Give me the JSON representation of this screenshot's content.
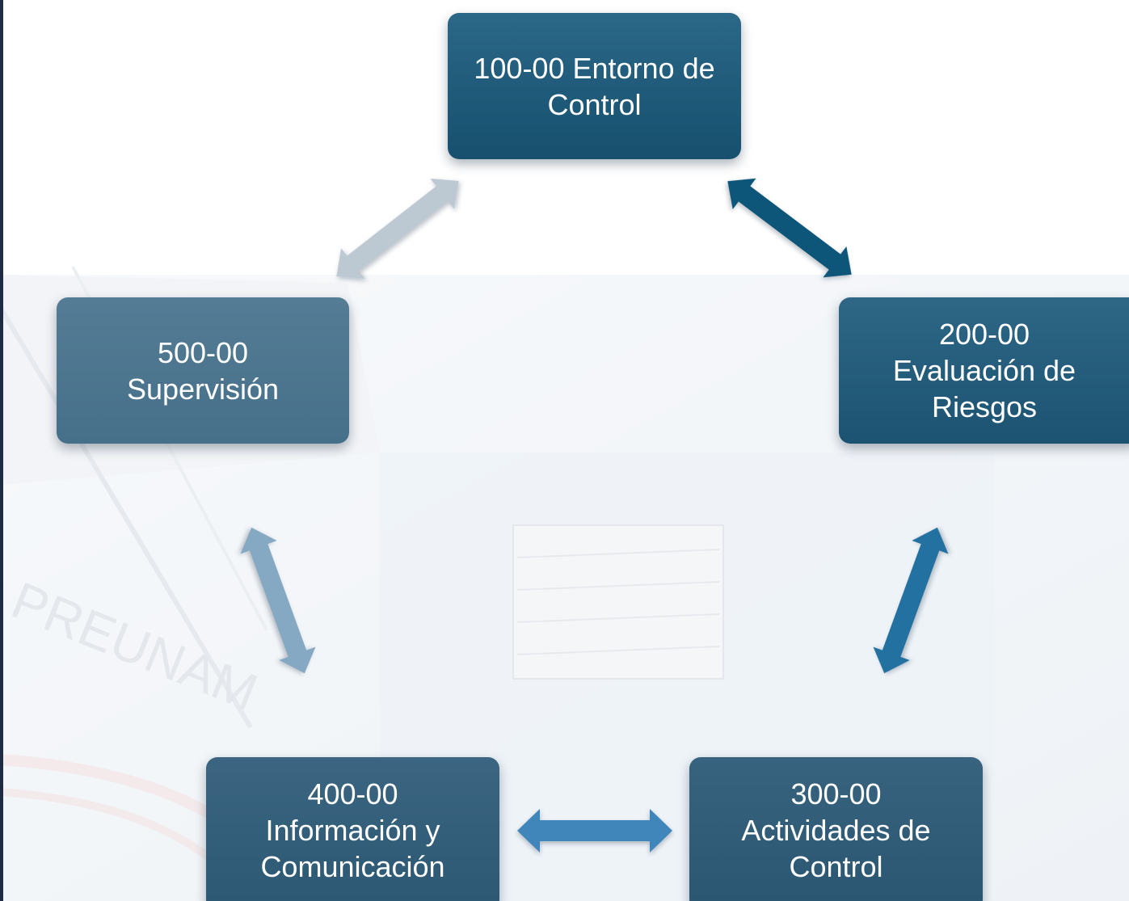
{
  "diagram": {
    "nodes": [
      {
        "id": "100",
        "lines": [
          "100-00 Entorno de",
          "Control"
        ]
      },
      {
        "id": "200",
        "lines": [
          "200-00",
          "Evaluación de",
          "Riesgos"
        ]
      },
      {
        "id": "300",
        "lines": [
          "300-00",
          "Actividades de",
          "Control"
        ]
      },
      {
        "id": "400",
        "lines": [
          "400-00",
          "Información y",
          "Comunicación"
        ]
      },
      {
        "id": "500",
        "lines": [
          "500-00",
          "Supervisión"
        ]
      }
    ],
    "arrows": [
      {
        "from": "100",
        "to": "200",
        "color": "#0f5679"
      },
      {
        "from": "200",
        "to": "300",
        "color": "#2371a0"
      },
      {
        "from": "300",
        "to": "400",
        "color": "#3f86bb"
      },
      {
        "from": "400",
        "to": "500",
        "color": "#85a9c3"
      },
      {
        "from": "500",
        "to": "100",
        "color": "#bcc9d3"
      }
    ],
    "background_watermark": "PREUNAM"
  }
}
